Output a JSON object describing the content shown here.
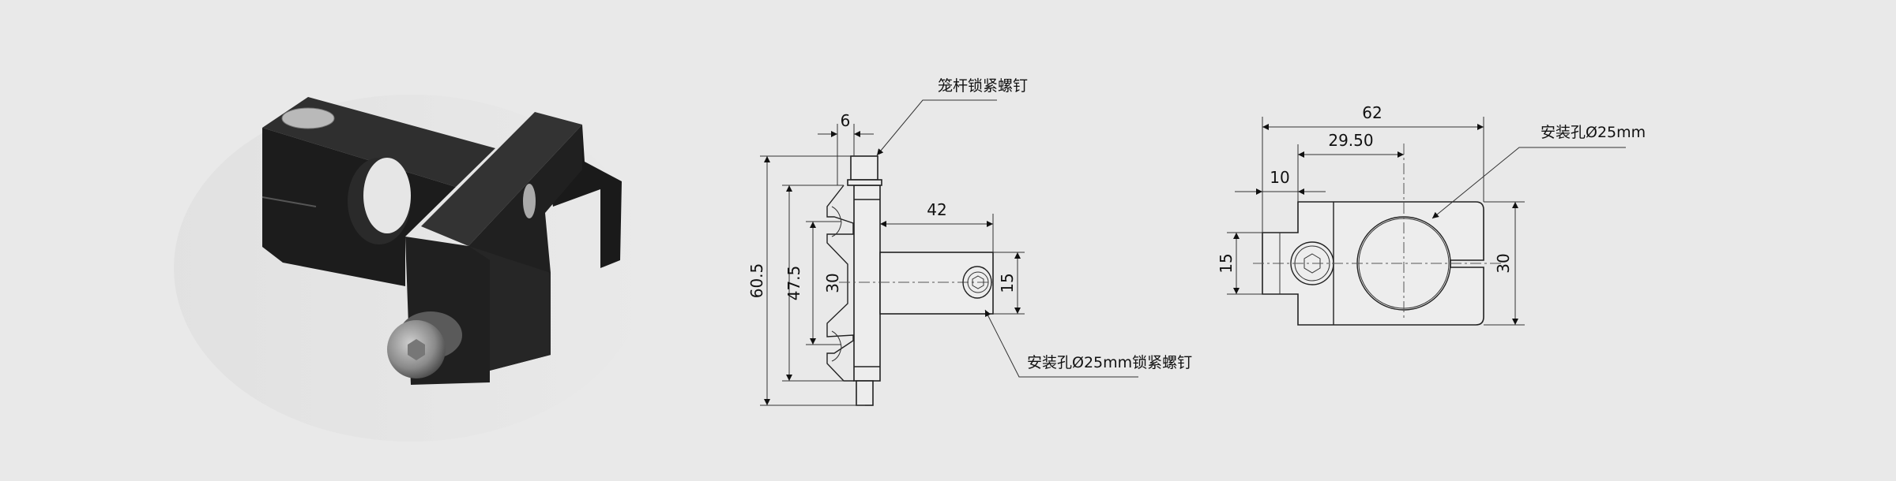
{
  "product_photo": {
    "subject": "clamp-render"
  },
  "side_view": {
    "dimensions": {
      "screw_width": "6",
      "overall_height": "60.5",
      "body_height": "47.5",
      "jaw_spacing": "30",
      "arm_length": "42",
      "arm_height": "15"
    },
    "callouts": {
      "cage_rod_screw": "笼杆锁紧螺钉",
      "mount_hole_screw": "安装孔Ø25mm锁紧螺钉"
    }
  },
  "end_view": {
    "dimensions": {
      "overall_width": "62",
      "hole_center_offset": "29.50",
      "nub_width": "10",
      "nub_height": "15",
      "body_height": "30"
    },
    "callouts": {
      "mount_hole": "安装孔Ø25mm"
    }
  },
  "colors": {
    "background": "#e9e9e9",
    "part_black": "#1e1e1e",
    "line": "#222222"
  }
}
